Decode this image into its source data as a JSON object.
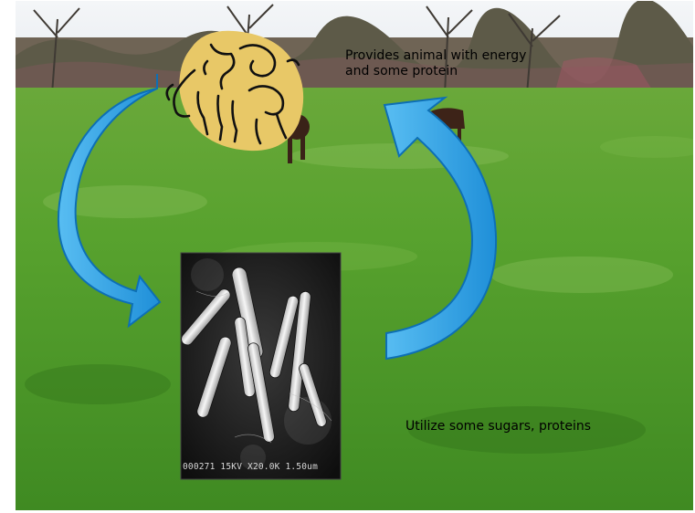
{
  "captions": {
    "top": "Provides animal with energy and some protein",
    "bottom": "Utilize some sugars, proteins"
  },
  "micrograph": {
    "label": "000271 15KV X20.0K 1.50um"
  },
  "colors": {
    "arrow": "#2f9fe3",
    "arrow_edge": "#0d6fb5",
    "cow_fill": "#e8c867",
    "grass": "#4f9b2c",
    "sky": "#eef2f6"
  }
}
